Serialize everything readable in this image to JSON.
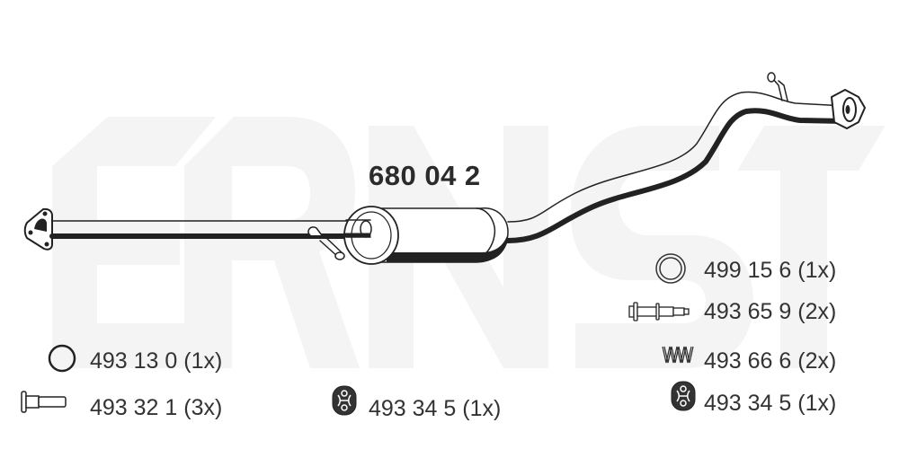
{
  "diagram": {
    "watermark": "ERNST",
    "part_number": "680 04 2",
    "colors": {
      "line": "#222222",
      "text": "#333333",
      "watermark": "#f4f4f4",
      "background": "#ffffff"
    }
  },
  "parts": [
    {
      "id": "p1",
      "icon": "ring-gasket-icon",
      "label": "493 13 0 (1x)"
    },
    {
      "id": "p2",
      "icon": "bolt-icon",
      "label": "493 32 1 (3x)"
    },
    {
      "id": "p3",
      "icon": "rubber-hanger-icon",
      "label": "493 34 5 (1x)"
    },
    {
      "id": "p4",
      "icon": "double-ring-gasket-icon",
      "label": "499 15 6 (1x)"
    },
    {
      "id": "p5",
      "icon": "flange-bolt-icon",
      "label": "493 65 9 (2x)"
    },
    {
      "id": "p6",
      "icon": "spring-icon",
      "label": "493 66 6 (2x)"
    },
    {
      "id": "p7",
      "icon": "rubber-hanger-icon",
      "label": "493 34 5 (1x)"
    }
  ]
}
